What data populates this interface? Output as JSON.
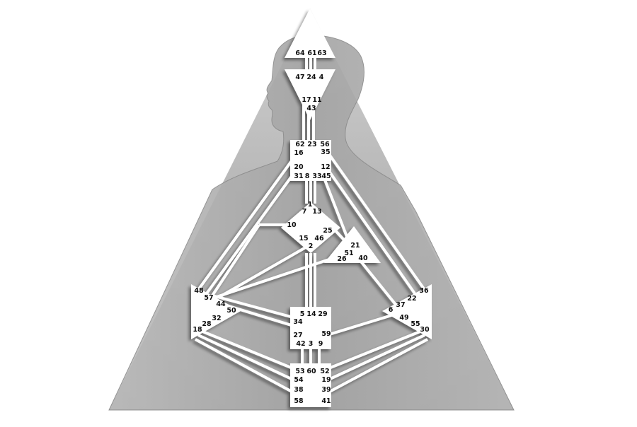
{
  "colors": {
    "background": "#ffffff",
    "triangle_light": "#d0d0d0",
    "triangle_dark": "#9a9a9a",
    "silhouette": "#a9a9a9",
    "silhouette_outline": "#8a8a8a",
    "center_fill": "#ffffff",
    "channel": "#ffffff",
    "gate_text": "#111111"
  },
  "centers": {
    "head": {
      "gates": [
        "64",
        "61",
        "63"
      ]
    },
    "ajna": {
      "gates": [
        "47",
        "24",
        "4",
        "17",
        "11",
        "43"
      ]
    },
    "throat": {
      "gates": [
        "62",
        "23",
        "56",
        "16",
        "35",
        "20",
        "12",
        "31",
        "8",
        "33",
        "45"
      ]
    },
    "g_center": {
      "gates": [
        "1",
        "7",
        "13",
        "10",
        "25",
        "15",
        "46",
        "2"
      ]
    },
    "heart": {
      "gates": [
        "21",
        "51",
        "26",
        "40"
      ]
    },
    "spleen": {
      "gates": [
        "48",
        "57",
        "44",
        "50",
        "32",
        "28",
        "18"
      ]
    },
    "solar_plexus": {
      "gates": [
        "36",
        "22",
        "37",
        "6",
        "49",
        "55",
        "30"
      ]
    },
    "sacral": {
      "gates": [
        "5",
        "14",
        "29",
        "34",
        "27",
        "59",
        "42",
        "3",
        "9"
      ]
    },
    "root": {
      "gates": [
        "53",
        "60",
        "52",
        "54",
        "19",
        "38",
        "39",
        "58",
        "41"
      ]
    }
  }
}
